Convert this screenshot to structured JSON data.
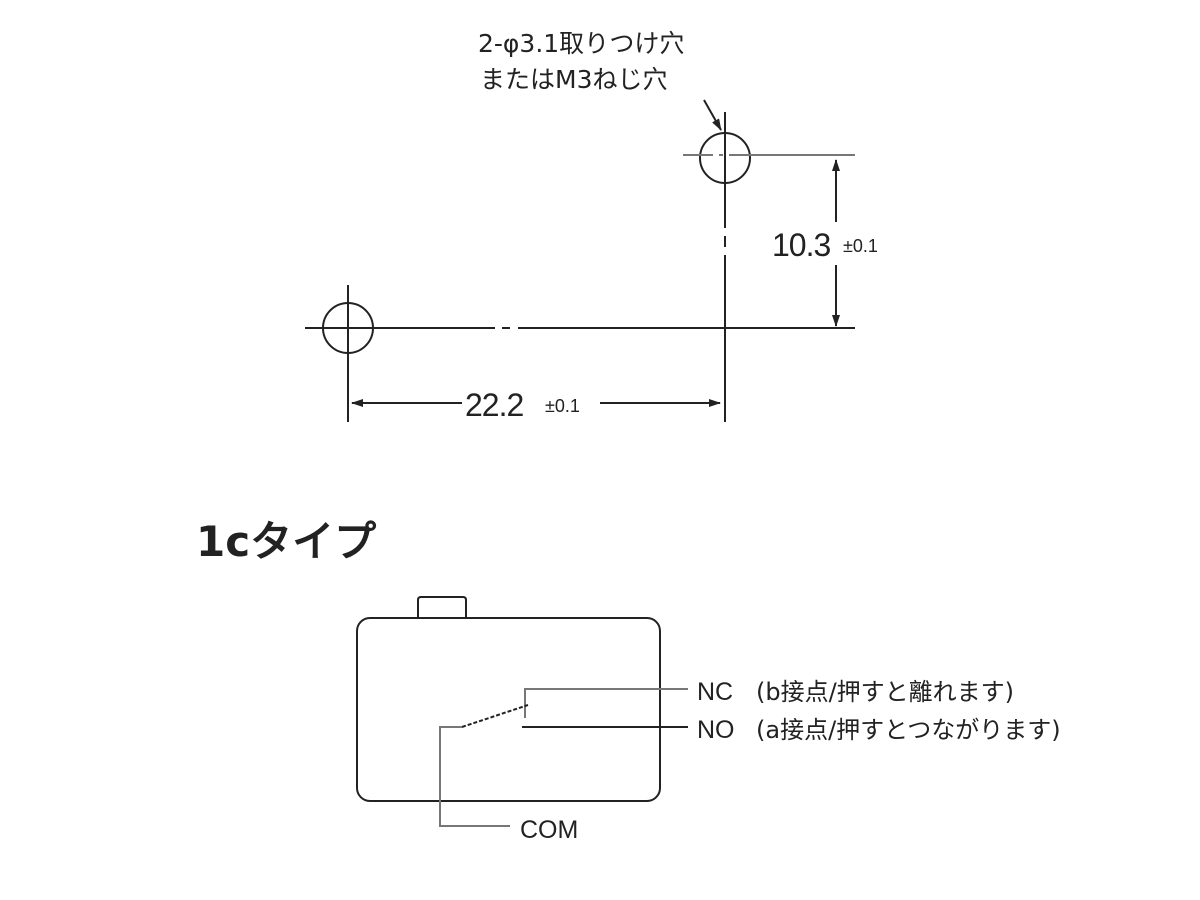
{
  "mounting": {
    "hole_label_line1": "2-φ3.1取りつけ穴",
    "hole_label_line2": "またはM3ねじ穴",
    "dim_vertical": "10.3",
    "dim_vertical_tol": "±0.1",
    "dim_horizontal": "22.2",
    "dim_horizontal_tol": "±0.1"
  },
  "circuit": {
    "title": "1cタイプ",
    "nc_label": "NC",
    "nc_desc": "(b接点/押すと離れます)",
    "no_label": "NO",
    "no_desc": "(a接点/押すとつながります)",
    "com_label": "COM"
  }
}
